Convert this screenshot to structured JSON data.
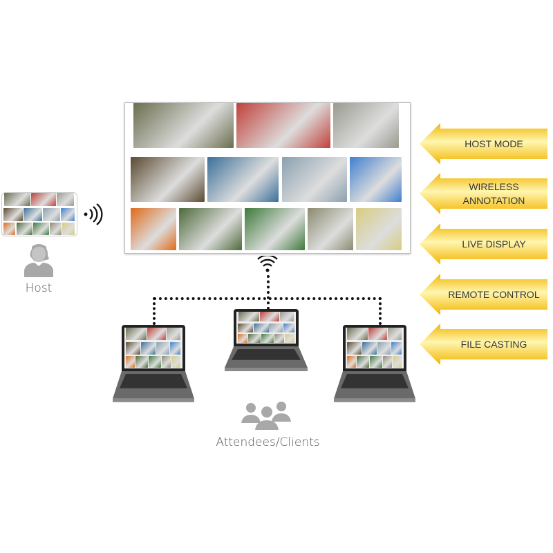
{
  "labels": {
    "host": "Host",
    "attendees": "Attendees/Clients"
  },
  "features": [
    {
      "label": "HOST MODE"
    },
    {
      "label": "WIRELESS\nANNOTATION"
    },
    {
      "label": "LIVE DISPLAY"
    },
    {
      "label": "REMOTE CONTROL"
    },
    {
      "label": "FILE CASTING"
    }
  ],
  "colors": {
    "arrow_dark": "#f2b400",
    "arrow_light": "#fff6b0",
    "photo_tiles": [
      "#6b6e4e",
      "#c0413a",
      "#9a9a90",
      "#5a4a30",
      "#3a6f9a",
      "#8aa0b0",
      "#3f7fcf",
      "#e06a1a",
      "#4d6a3a",
      "#3d7a3a",
      "#8a8a70",
      "#d8cc80"
    ]
  },
  "icons": [
    "wifi-icon",
    "person-icon",
    "group-icon",
    "laptop-icon"
  ]
}
